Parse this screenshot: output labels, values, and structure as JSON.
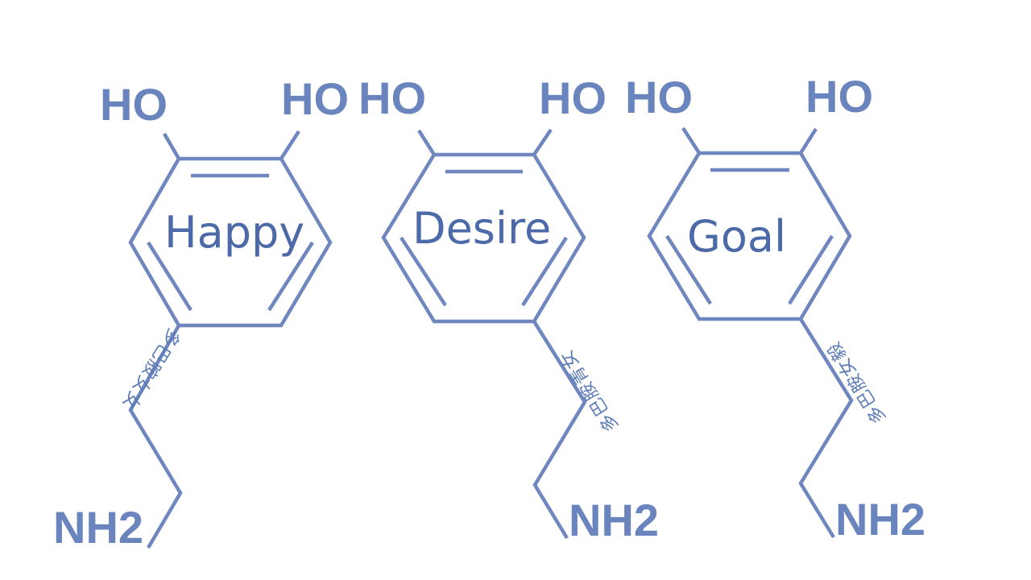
{
  "molecules": [
    {
      "ring_word": "Happy",
      "hydroxyl_left": "HO",
      "hydroxyl_right": "HO",
      "amine": "NH2",
      "side_label": "多巴胺女女"
    },
    {
      "ring_word": "Desire",
      "hydroxyl_left": "HO",
      "hydroxyl_right": "HO",
      "amine": "NH2",
      "side_label": "多巴胺青女"
    },
    {
      "ring_word": "Goal",
      "hydroxyl_left": "HO",
      "hydroxyl_right": "HO",
      "amine": "NH2",
      "side_label": "多巴胺女毅"
    }
  ],
  "colors": {
    "bond": "#6f87be",
    "atom_text": "#6a84bd",
    "ring_word": "#4d6aa8",
    "side_label": "#5b7cb5"
  }
}
